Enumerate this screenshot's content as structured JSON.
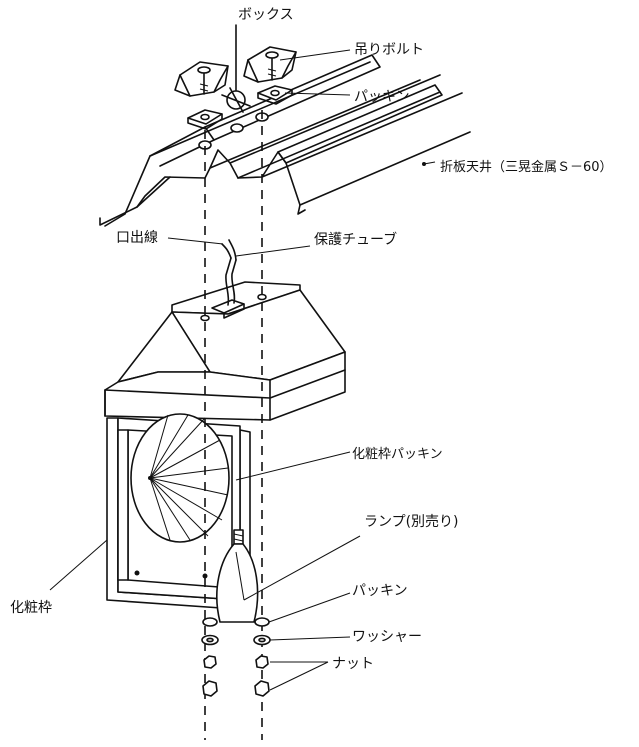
{
  "labels": {
    "box": "ボックス",
    "hanging_bolt": "吊りボルト",
    "packing_top": "パッキン",
    "ceiling": "折板天井（三晃金属Ｓ－60）",
    "outlet_wire": "口出線",
    "protective_tube": "保護チューブ",
    "trim_frame_packing": "化粧枠パッキン",
    "lamp": "ランプ(別売り)",
    "packing_bottom": "パッキン",
    "washer": "ワッシャー",
    "nut": "ナット",
    "trim_frame": "化粧枠"
  },
  "colors": {
    "line": "#111111",
    "background": "#ffffff"
  }
}
